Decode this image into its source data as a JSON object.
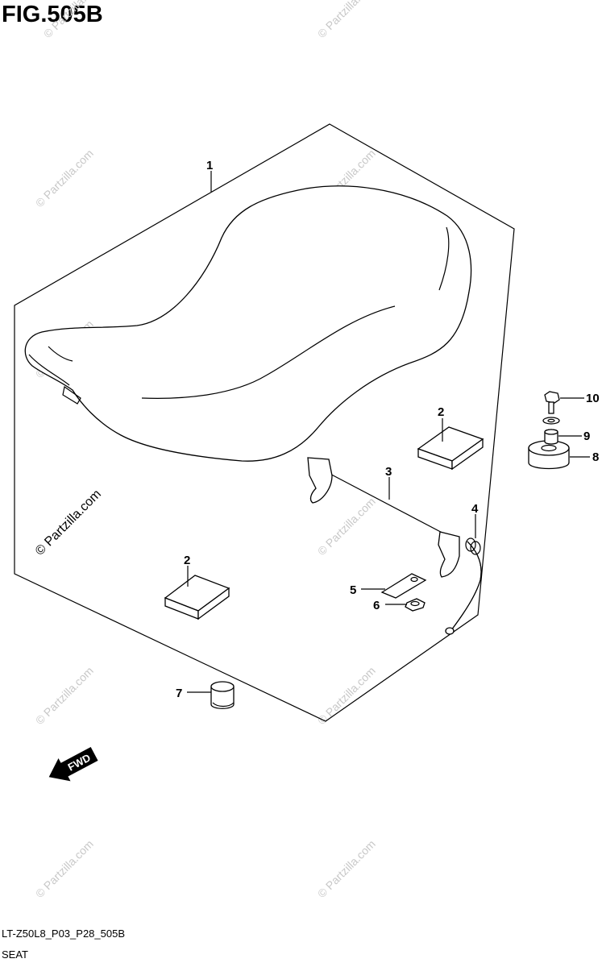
{
  "figure": {
    "title": "FIG.505B",
    "code": "LT-Z50L8_P03_P28_505B",
    "name": "SEAT"
  },
  "callouts": [
    "1",
    "2",
    "2",
    "3",
    "4",
    "5",
    "6",
    "7",
    "8",
    "9",
    "10"
  ],
  "fwd_label": "FWD",
  "watermark": {
    "text": "© Partzilla.com",
    "prominent_text": "© Partzilla.com"
  },
  "colors": {
    "line": "#000000",
    "watermark": "#c8c8c8",
    "background": "#ffffff"
  }
}
